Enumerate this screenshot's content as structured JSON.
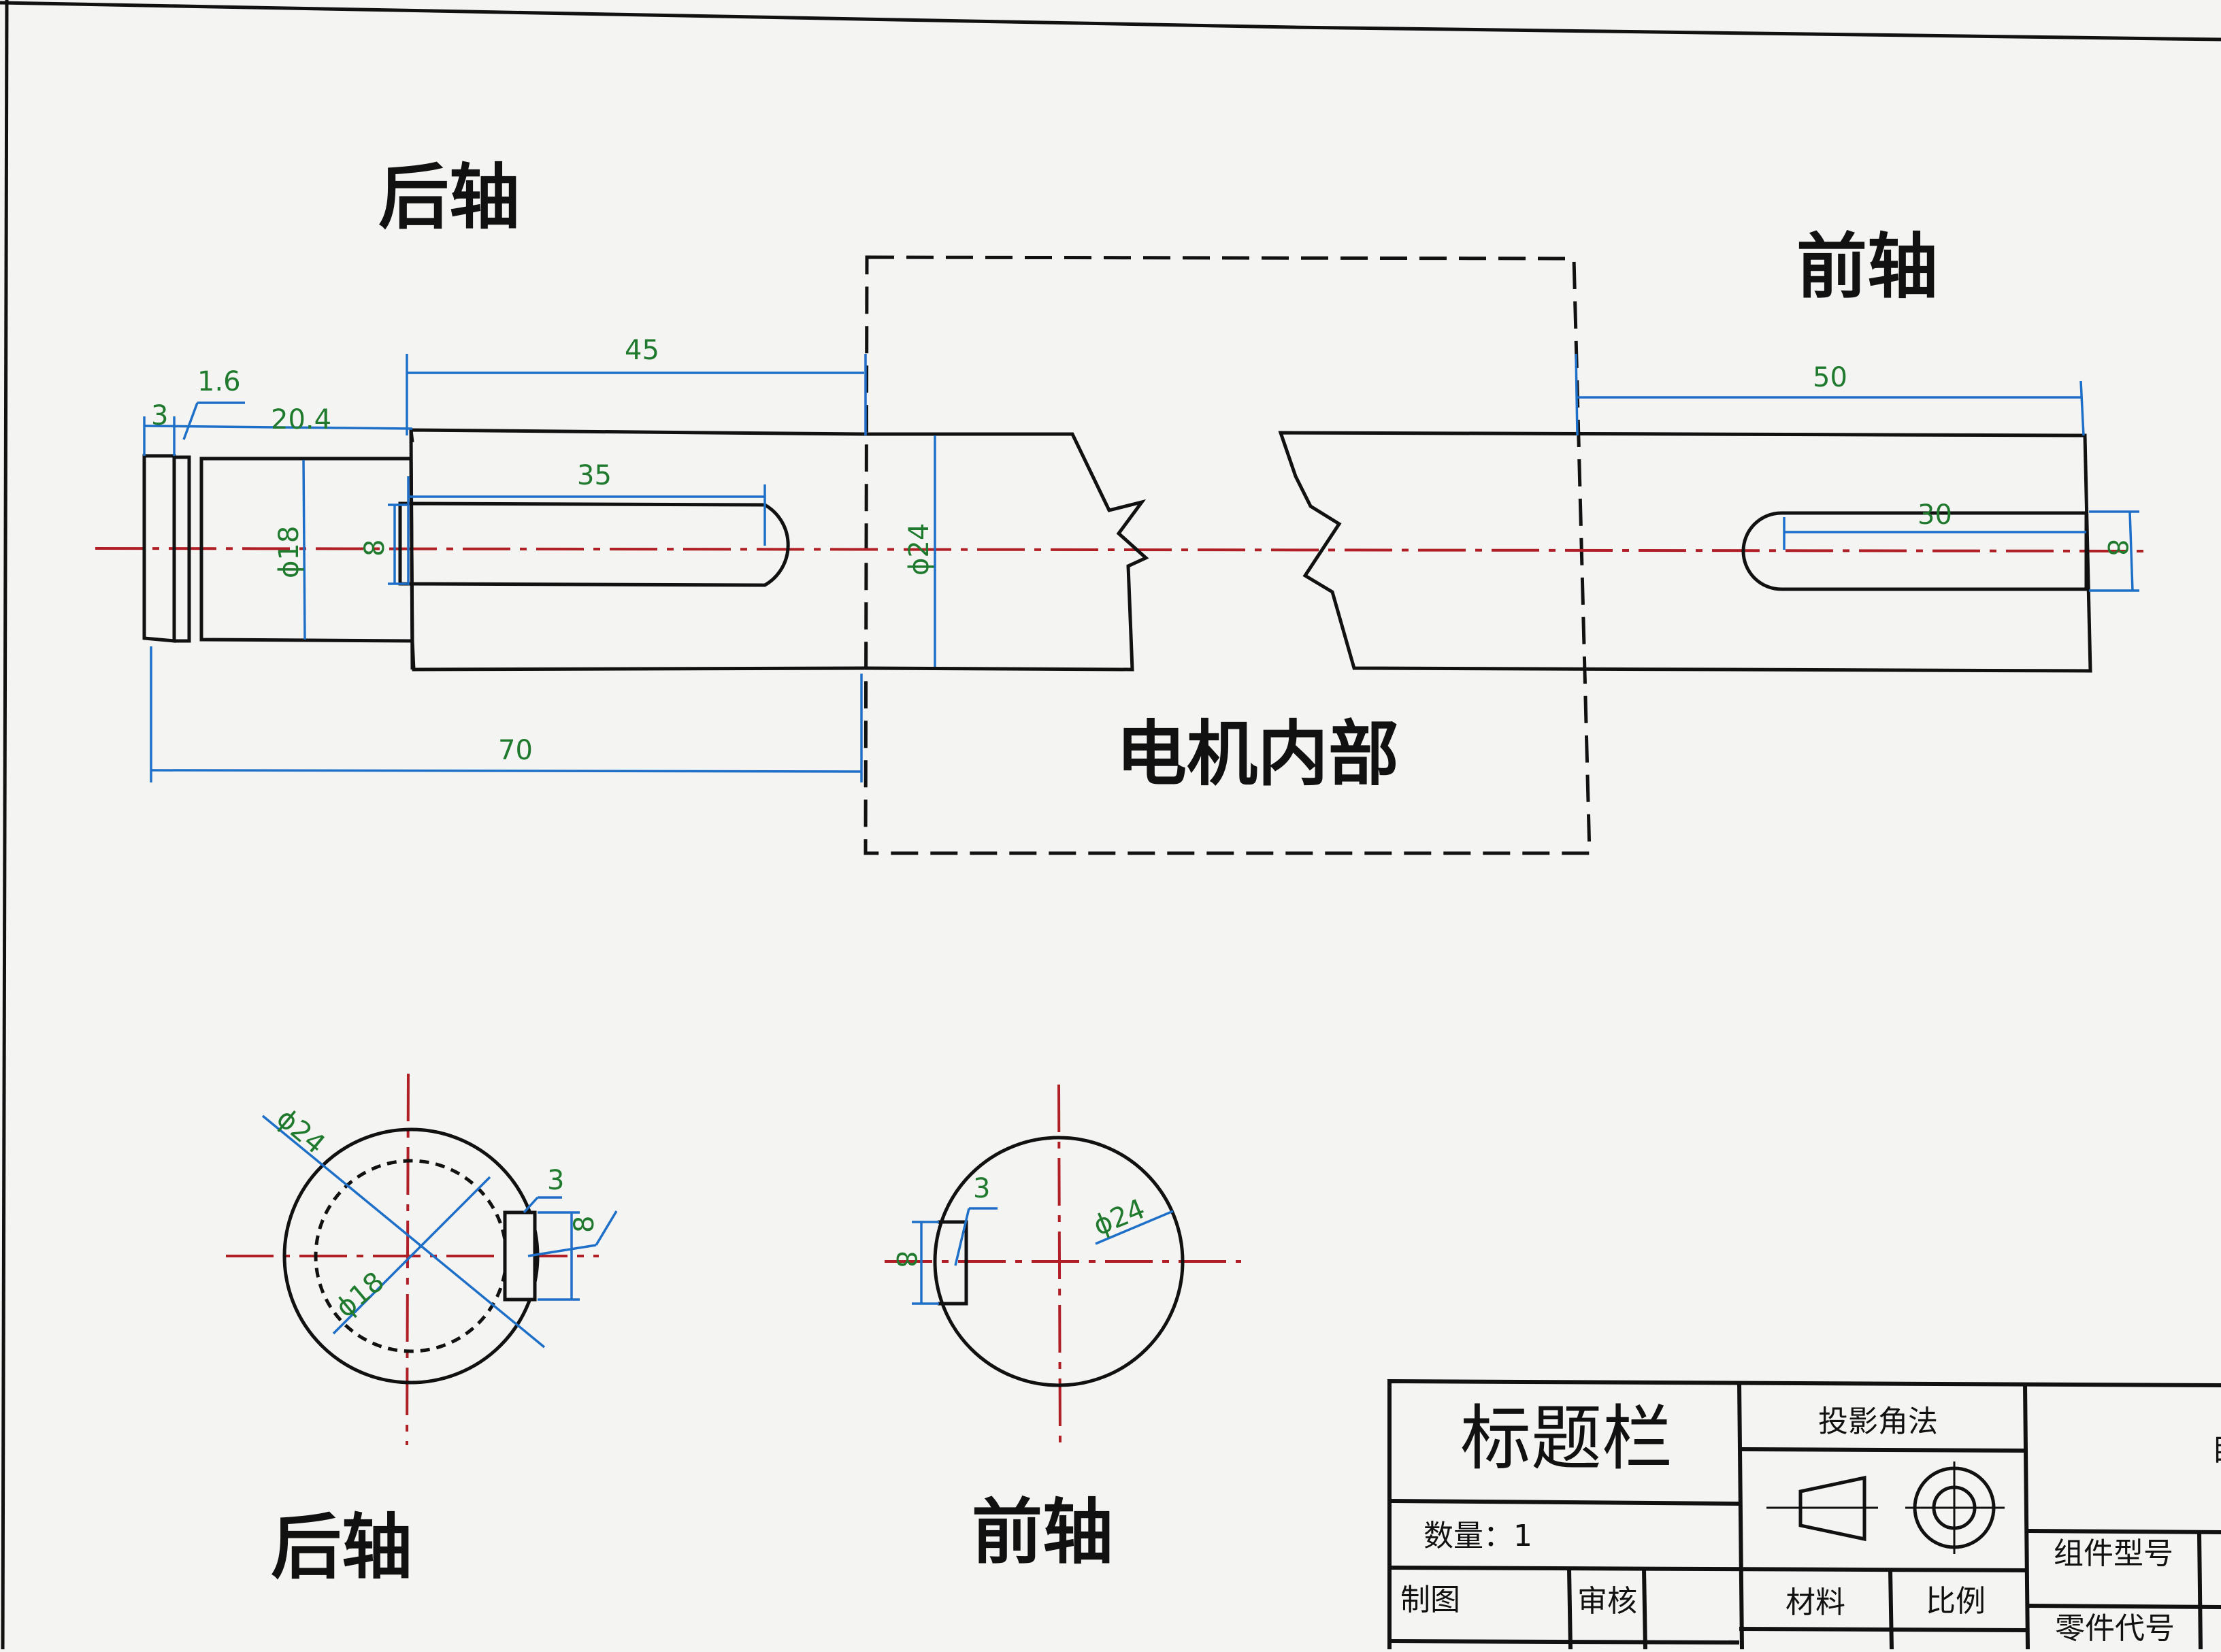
{
  "labels": {
    "rear_shaft_top": "后轴",
    "front_shaft_top": "前轴",
    "motor_interior": "电机内部",
    "rear_shaft_bottom": "后轴",
    "front_shaft_bottom": "前轴"
  },
  "dimensions": {
    "rear_len_45": "45",
    "front_len_50": "50",
    "groove_1_6": "1.6",
    "step_3": "3",
    "len_20_4": "20.4",
    "key_35": "35",
    "key_width_8": "8",
    "dia_18": "ϕ18",
    "dia_24": "ϕ24",
    "total_70": "70",
    "front_key_30": "30",
    "front_key_width_8": "8",
    "sec_dia_24_rear": "ϕ24",
    "sec_dia_18_rear": "ϕ18",
    "sec_key_3_rear": "3",
    "sec_key_8_rear": "8",
    "sec_key_3_front": "3",
    "sec_dia_24_front": "ϕ24",
    "sec_key_8_front": "8"
  },
  "title_block": {
    "title": "标题栏",
    "projection": "投影角法",
    "quantity": "数量：1",
    "drawn_by": "制图",
    "checked_by": "审核",
    "material": "材料",
    "scale": "比例",
    "assembly_model": "组件型号",
    "part_code": "零件代号",
    "edge_char": "目"
  },
  "colors": {
    "outline": "#111111",
    "dimension": "#1e6fc8",
    "centerline": "#b01f25",
    "dim_text": "#1f7a2e"
  }
}
